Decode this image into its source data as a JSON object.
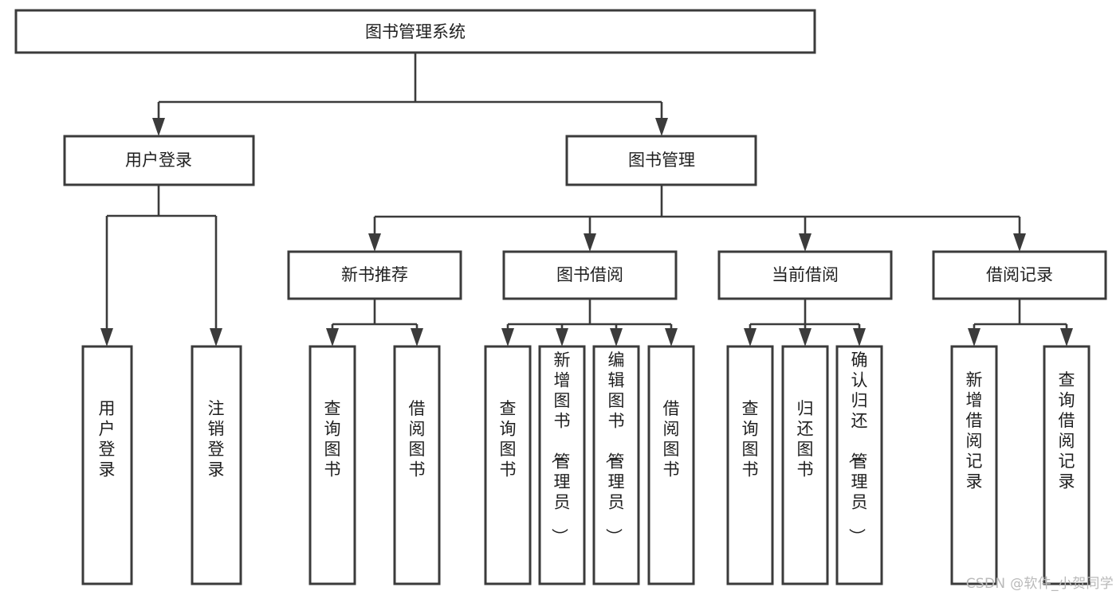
{
  "diagram": {
    "type": "tree",
    "title": "图书管理系统",
    "watermark": "CSDN @软件_小贺同学",
    "colors": {
      "box_stroke": "#3b3b3b",
      "box_fill": "#ffffff",
      "text": "#1f1f1f",
      "background": "#ffffff",
      "watermark": "#b9b9b9"
    },
    "nodes": {
      "root": {
        "label": "图书管理系统"
      },
      "level2": [
        {
          "id": "user-login",
          "label": "用户登录"
        },
        {
          "id": "book-management",
          "label": "图书管理"
        }
      ],
      "level3": [
        {
          "id": "new-book-recommend",
          "label": "新书推荐"
        },
        {
          "id": "book-borrow",
          "label": "图书借阅"
        },
        {
          "id": "current-borrow",
          "label": "当前借阅"
        },
        {
          "id": "borrow-record",
          "label": "借阅记录"
        }
      ],
      "leaves": {
        "user-login": [
          {
            "id": "leaf-user-login",
            "label": "用户登录"
          },
          {
            "id": "leaf-logout-login",
            "label": "注销登录"
          }
        ],
        "new-book-recommend": [
          {
            "id": "leaf-query-book-1",
            "label": "查询图书"
          },
          {
            "id": "leaf-borrow-book-1",
            "label": "借阅图书"
          }
        ],
        "book-borrow": [
          {
            "id": "leaf-query-book-2",
            "label": "查询图书"
          },
          {
            "id": "leaf-add-book",
            "label": "新增图书（管理员）"
          },
          {
            "id": "leaf-edit-book",
            "label": "编辑图书（管理员）"
          },
          {
            "id": "leaf-borrow-book-2",
            "label": "借阅图书"
          }
        ],
        "current-borrow": [
          {
            "id": "leaf-query-book-3",
            "label": "查询图书"
          },
          {
            "id": "leaf-return-book",
            "label": "归还图书"
          },
          {
            "id": "leaf-confirm-return",
            "label": "确认归还（管理员）"
          }
        ],
        "borrow-record": [
          {
            "id": "leaf-add-record",
            "label": "新增借阅记录"
          },
          {
            "id": "leaf-query-record",
            "label": "查询借阅记录"
          }
        ]
      }
    }
  }
}
